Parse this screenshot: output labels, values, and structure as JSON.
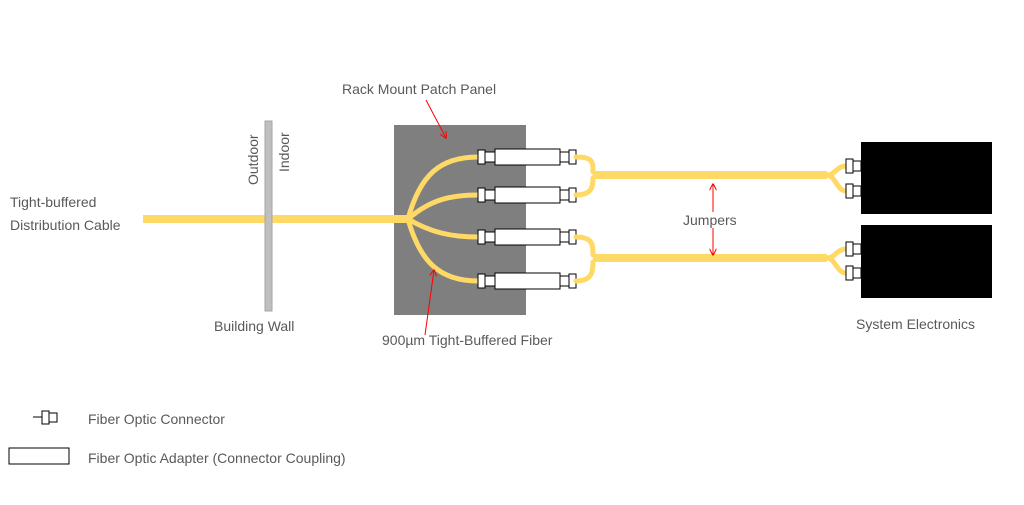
{
  "labels": {
    "cable_line1": "Tight-buffered",
    "cable_line2": "Distribution Cable",
    "outdoor": "Outdoor",
    "indoor": "Indoor",
    "building_wall": "Building Wall",
    "patch_panel": "Rack Mount Patch Panel",
    "tight_buffered_fiber": "900µm Tight-Buffered Fiber",
    "jumpers": "Jumpers",
    "system_electronics": "System Electronics"
  },
  "legend": [
    {
      "symbol": "connector",
      "label": "Fiber Optic Connector"
    },
    {
      "symbol": "adapter",
      "label": "Fiber Optic Adapter (Connector Coupling)"
    }
  ],
  "colors": {
    "fiber": "#FFD966",
    "panel": "#7F7F7F",
    "wall": "#BFBFBF",
    "equipment": "#000000",
    "arrow": "#FF0000",
    "text": "#595959"
  }
}
